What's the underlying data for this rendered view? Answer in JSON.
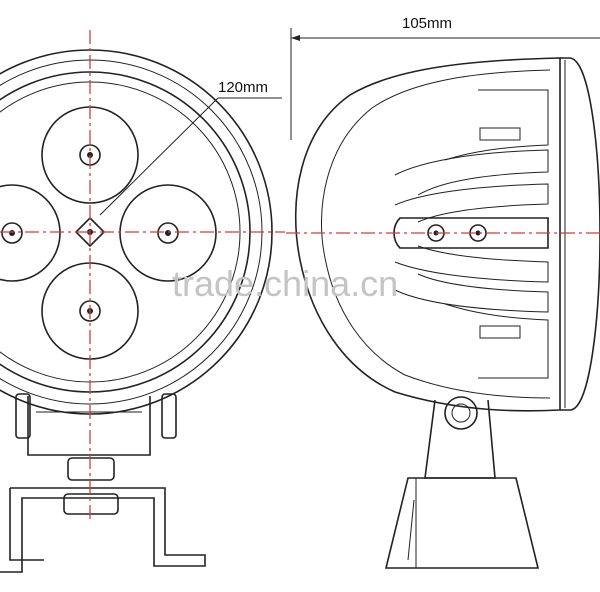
{
  "dimensions": {
    "diameter_label": "120mm",
    "depth_label": "105mm"
  },
  "watermark": "trade.china.cn",
  "colors": {
    "line": "#222222",
    "centerline": "#d43c3c",
    "watermark": "#c4c4c4",
    "background": "#ffffff"
  }
}
